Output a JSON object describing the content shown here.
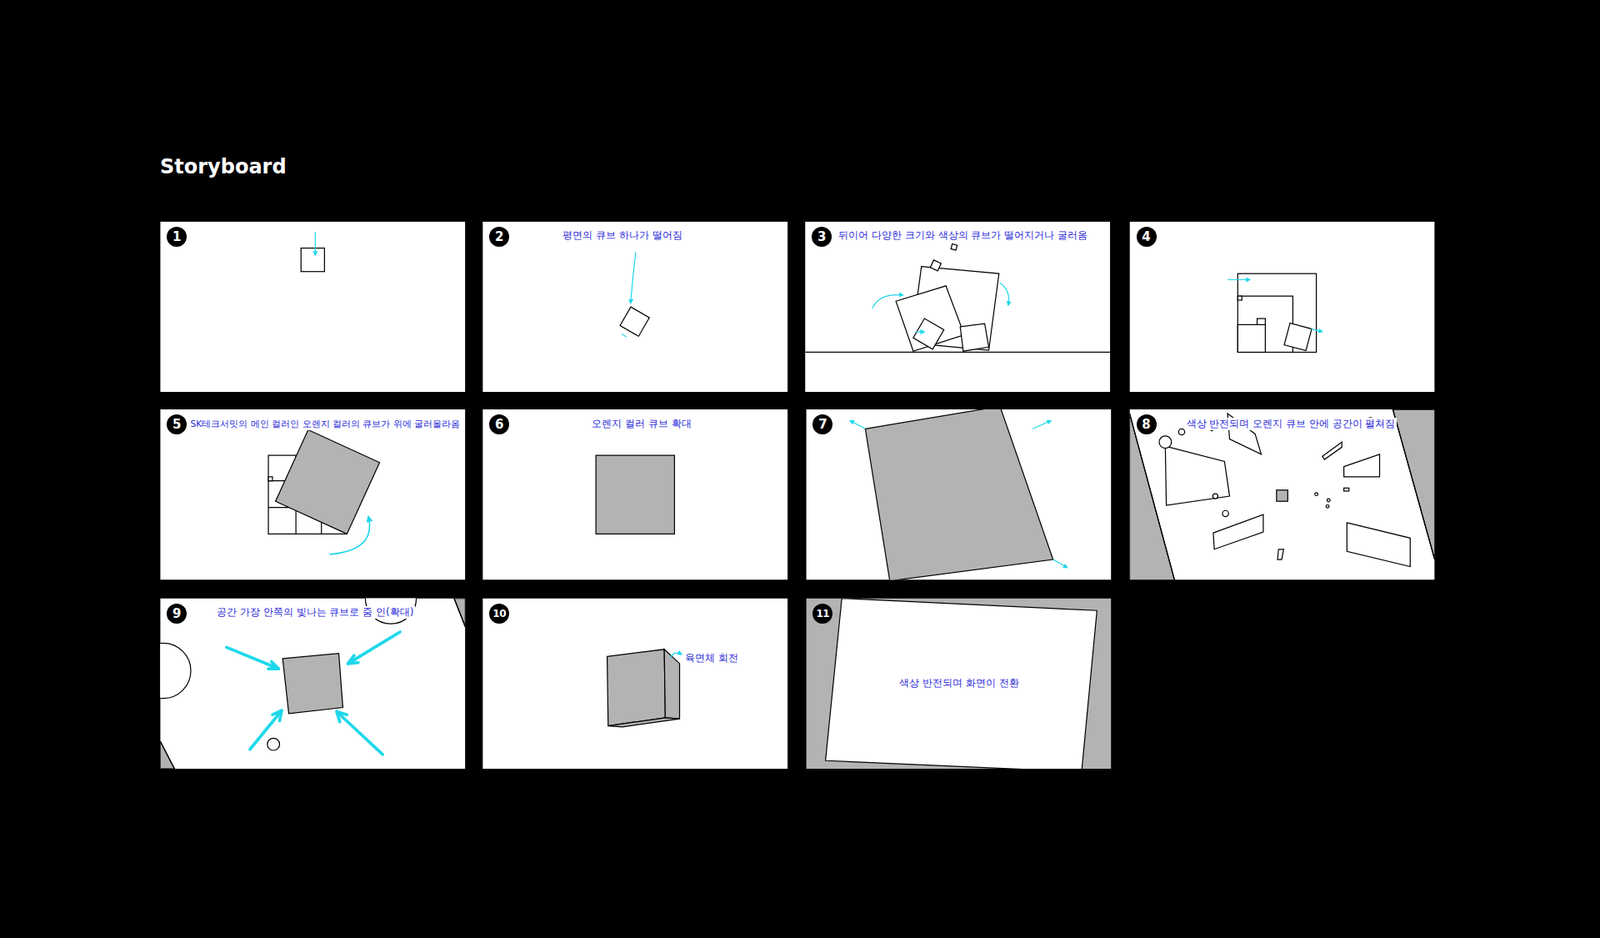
{
  "diagram": {
    "title": "Storyboard",
    "nodes": [
      {
        "text": [
          "1"
        ]
      },
      {
        "text": [
          "2",
          "평면의 큐브 하나가 떨어짐"
        ]
      },
      {
        "text": [
          "3",
          "뒤이어 다양한 크기와 색상의 큐브가 떨어지거나 굴러옴"
        ]
      },
      {
        "text": [
          "4"
        ]
      },
      {
        "text": [
          "5",
          "SK테크서밋의 메인 컬러인 오렌지 컬러의 큐브가 위에 굴러올라옴"
        ]
      },
      {
        "text": [
          "6",
          "오렌지 컬러 큐브 확대"
        ]
      },
      {
        "text": [
          "7"
        ]
      },
      {
        "text": [
          "8",
          "색상 반전되며 오렌지 큐브 안에 공간이 펼쳐짐"
        ]
      },
      {
        "text": [
          "9",
          "공간 가장 안쪽의 빛나는 큐브로 줌 인(확대)"
        ]
      },
      {
        "text": [
          "10",
          "육면체 회전"
        ]
      },
      {
        "text": [
          "11",
          "색상 반전되며 화면이 전환"
        ]
      }
    ]
  }
}
